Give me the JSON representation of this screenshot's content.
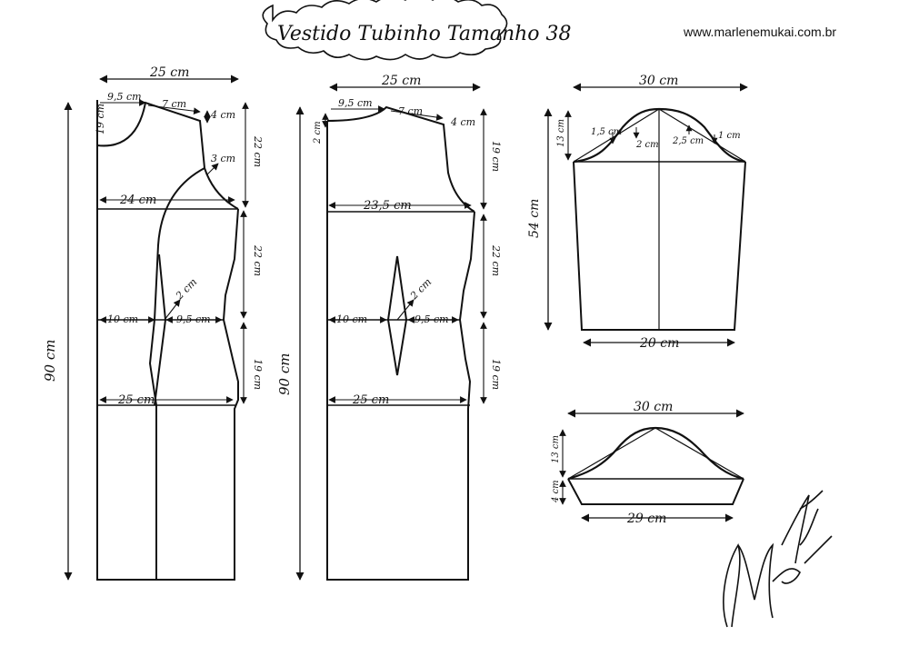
{
  "title": "Vestido Tubinho Tamanho 38",
  "website": "www.marlenemukai.com.br",
  "signature": "Marlene Mukai",
  "front": {
    "width_top": "25 cm",
    "neck_width": "9,5 cm",
    "neck_depth": "19 cm",
    "shoulder": "7 cm",
    "shoulder_drop": "4 cm",
    "armhole_depth": "22 cm",
    "armhole_curve": "3 cm",
    "bust": "24 cm",
    "waist_len": "22 cm",
    "dart_width": "2 cm",
    "waist_left": "10 cm",
    "waist_right": "9,5 cm",
    "hip_len": "19 cm",
    "hip": "25 cm",
    "length": "90 cm"
  },
  "back": {
    "width_top": "25 cm",
    "neck_width": "9,5 cm",
    "neck_depth": "2 cm",
    "shoulder": "7 cm",
    "shoulder_drop": "4 cm",
    "armhole_depth": "19 cm",
    "bust": "23,5 cm",
    "waist_len": "22 cm",
    "dart_width": "2 cm",
    "waist_left": "10 cm",
    "waist_right": "9,5 cm",
    "hip_len": "19 cm",
    "hip": "25 cm",
    "length": "90 cm"
  },
  "sleeve": {
    "width": "30 cm",
    "cap_height": "13 cm",
    "m1": "1,5 cm",
    "m2": "2 cm",
    "m3": "2,5 cm",
    "m4": "1 cm",
    "length": "54 cm",
    "hem": "20 cm"
  },
  "short_sleeve": {
    "width": "30 cm",
    "cap_height": "13 cm",
    "height": "4 cm",
    "hem": "29 cm"
  }
}
